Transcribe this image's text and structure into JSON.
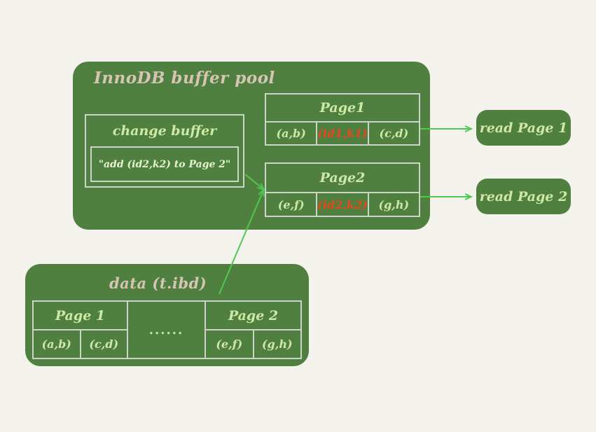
{
  "theme": {
    "background": "#f4f2ec",
    "panel_green": "#4f8040",
    "frame_border": "#ccd3c8",
    "title_text": "#d8c4b4",
    "body_text": "#cfe8a6",
    "highlight_text": "#e8471c",
    "arrow_color": "#4ec94e"
  },
  "buffer_pool": {
    "title": "InnoDB buffer pool",
    "change_buffer": {
      "label": "change buffer",
      "entry": "\"add (id2,k2) to Page 2\""
    },
    "pages": [
      {
        "title": "Page1",
        "cells": [
          {
            "text": "(a,b)",
            "highlight": false
          },
          {
            "text": "(id1,k1)",
            "highlight": true
          },
          {
            "text": "(c,d)",
            "highlight": false
          }
        ]
      },
      {
        "title": "Page2",
        "cells": [
          {
            "text": "(e,f)",
            "highlight": false
          },
          {
            "text": "(id2,k2)",
            "highlight": true
          },
          {
            "text": "(g,h)",
            "highlight": false
          }
        ]
      }
    ]
  },
  "reads": [
    {
      "label": "read Page 1"
    },
    {
      "label": "read Page 2"
    }
  ],
  "data_file": {
    "title": "data (t.ibd)",
    "columns": [
      {
        "header": "Page 1",
        "cells": [
          "(a,b)",
          "(c,d)"
        ]
      },
      {
        "header": "",
        "ellipsis": "......"
      },
      {
        "header": "Page 2",
        "cells": [
          "(e,f)",
          "(g,h)"
        ]
      }
    ]
  }
}
